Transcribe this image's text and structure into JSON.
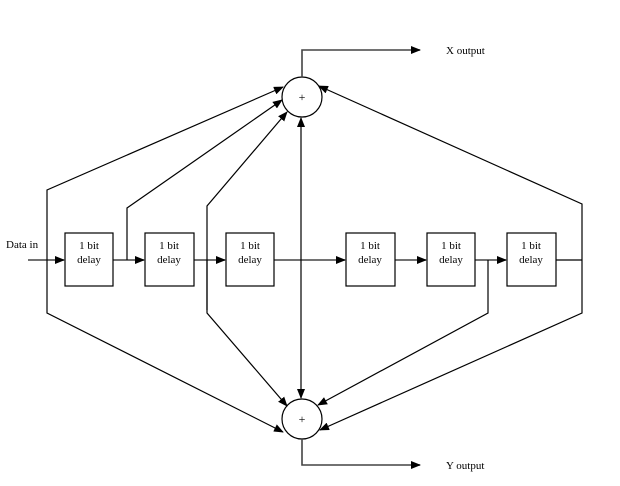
{
  "title": "Convolutional encoder",
  "input_label": "Data in",
  "outputs": {
    "x_label": "X output",
    "y_label": "Y output"
  },
  "adders": [
    {
      "id": "top",
      "symbol": "+"
    },
    {
      "id": "bottom",
      "symbol": "+"
    }
  ],
  "delays": [
    {
      "line1": "1 bit",
      "line2": "delay"
    },
    {
      "line1": "1 bit",
      "line2": "delay"
    },
    {
      "line1": "1 bit",
      "line2": "delay"
    },
    {
      "line1": "1 bit",
      "line2": "delay"
    },
    {
      "line1": "1 bit",
      "line2": "delay"
    },
    {
      "line1": "1 bit",
      "line2": "delay"
    }
  ],
  "connections": {
    "x_taps": [
      "input",
      "delay1_out",
      "delay2_out",
      "delay3_out",
      "delay6_out"
    ],
    "y_taps": [
      "input",
      "delay2_out",
      "delay3_out",
      "delay5_out",
      "delay6_out"
    ]
  }
}
